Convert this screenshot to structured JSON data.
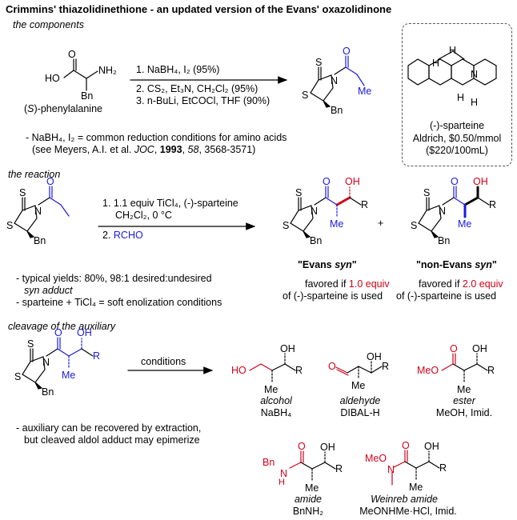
{
  "title": "Crimmins' thiazolidinethione - an updated version of the Evans' oxazolidinone",
  "sections": {
    "components": "the components",
    "reaction": "the reaction",
    "cleavage": "cleavage of the auxiliary"
  },
  "components": {
    "reagents": [
      "1. NaBH₄, I₂ (95%)",
      "2. CS₂, Et₃N, CH₂Cl₂ (95%)",
      "3. n-BuLi, EtCOCl, THF (90%)"
    ],
    "sm_name": "(S)-phenylalanine",
    "note_line1": "- NaBH₄, I₂ = common reduction conditions for amino acids",
    "note_line2_pre": "(see Meyers, A.I. et al. ",
    "note_journal": "JOC",
    "note_year": "1993",
    "note_volume": "58",
    "note_pages": ", 3568-3571)",
    "sparteine": {
      "name": "(-)-sparteine",
      "supplier": "Aldrich, $0.50/mmol",
      "price": "($220/100mL)"
    }
  },
  "reaction": {
    "conditions": [
      "1. 1.1 equiv TiCl₄, (-)-sparteine",
      "CH₂Cl₂, 0 °C",
      "2. RCHO"
    ],
    "plus": "+",
    "evans": {
      "label": "\"Evans syn\"",
      "favored_pre": "favored if ",
      "favored_equiv": "1.0 equiv",
      "favored_post": "of (-)-sparteine is used"
    },
    "nonevans": {
      "label": "\"non-Evans syn\"",
      "favored_pre": "favored if ",
      "favored_equiv": "2.0 equiv",
      "favored_post": "of (-)-sparteine is used"
    },
    "notes": [
      "- typical yields: 80%, 98:1 desired:undesired",
      "syn adduct",
      "- sparteine + TiCl₄ = soft enolization conditions"
    ]
  },
  "cleavage": {
    "conditions_label": "conditions",
    "notes": [
      "- auxiliary can be recovered by extraction,",
      "but cleaved aldol adduct may epimerize"
    ],
    "products": [
      {
        "name": "alcohol",
        "reagent": "NaBH₄"
      },
      {
        "name": "aldehyde",
        "reagent": "DIBAL-H"
      },
      {
        "name": "ester",
        "reagent": "MeOH, Imid."
      },
      {
        "name": "amide",
        "reagent": "BnNH₂"
      },
      {
        "name": "Weinreb amide",
        "reagent": "MeONHMe·HCl, Imid."
      }
    ]
  },
  "atoms": {
    "S": "S",
    "N": "N",
    "O": "O",
    "OH": "OH",
    "HO": "HO",
    "Bn": "Bn",
    "Me": "Me",
    "R": "R",
    "H": "H",
    "NH2": "NH₂",
    "MeO": "MeO",
    "MeO_": "MeO",
    "BnN": "Bn",
    "NH": "N",
    "Hh": "H"
  },
  "colors": {
    "red": "#d0021b",
    "blue": "#1a1adf"
  }
}
